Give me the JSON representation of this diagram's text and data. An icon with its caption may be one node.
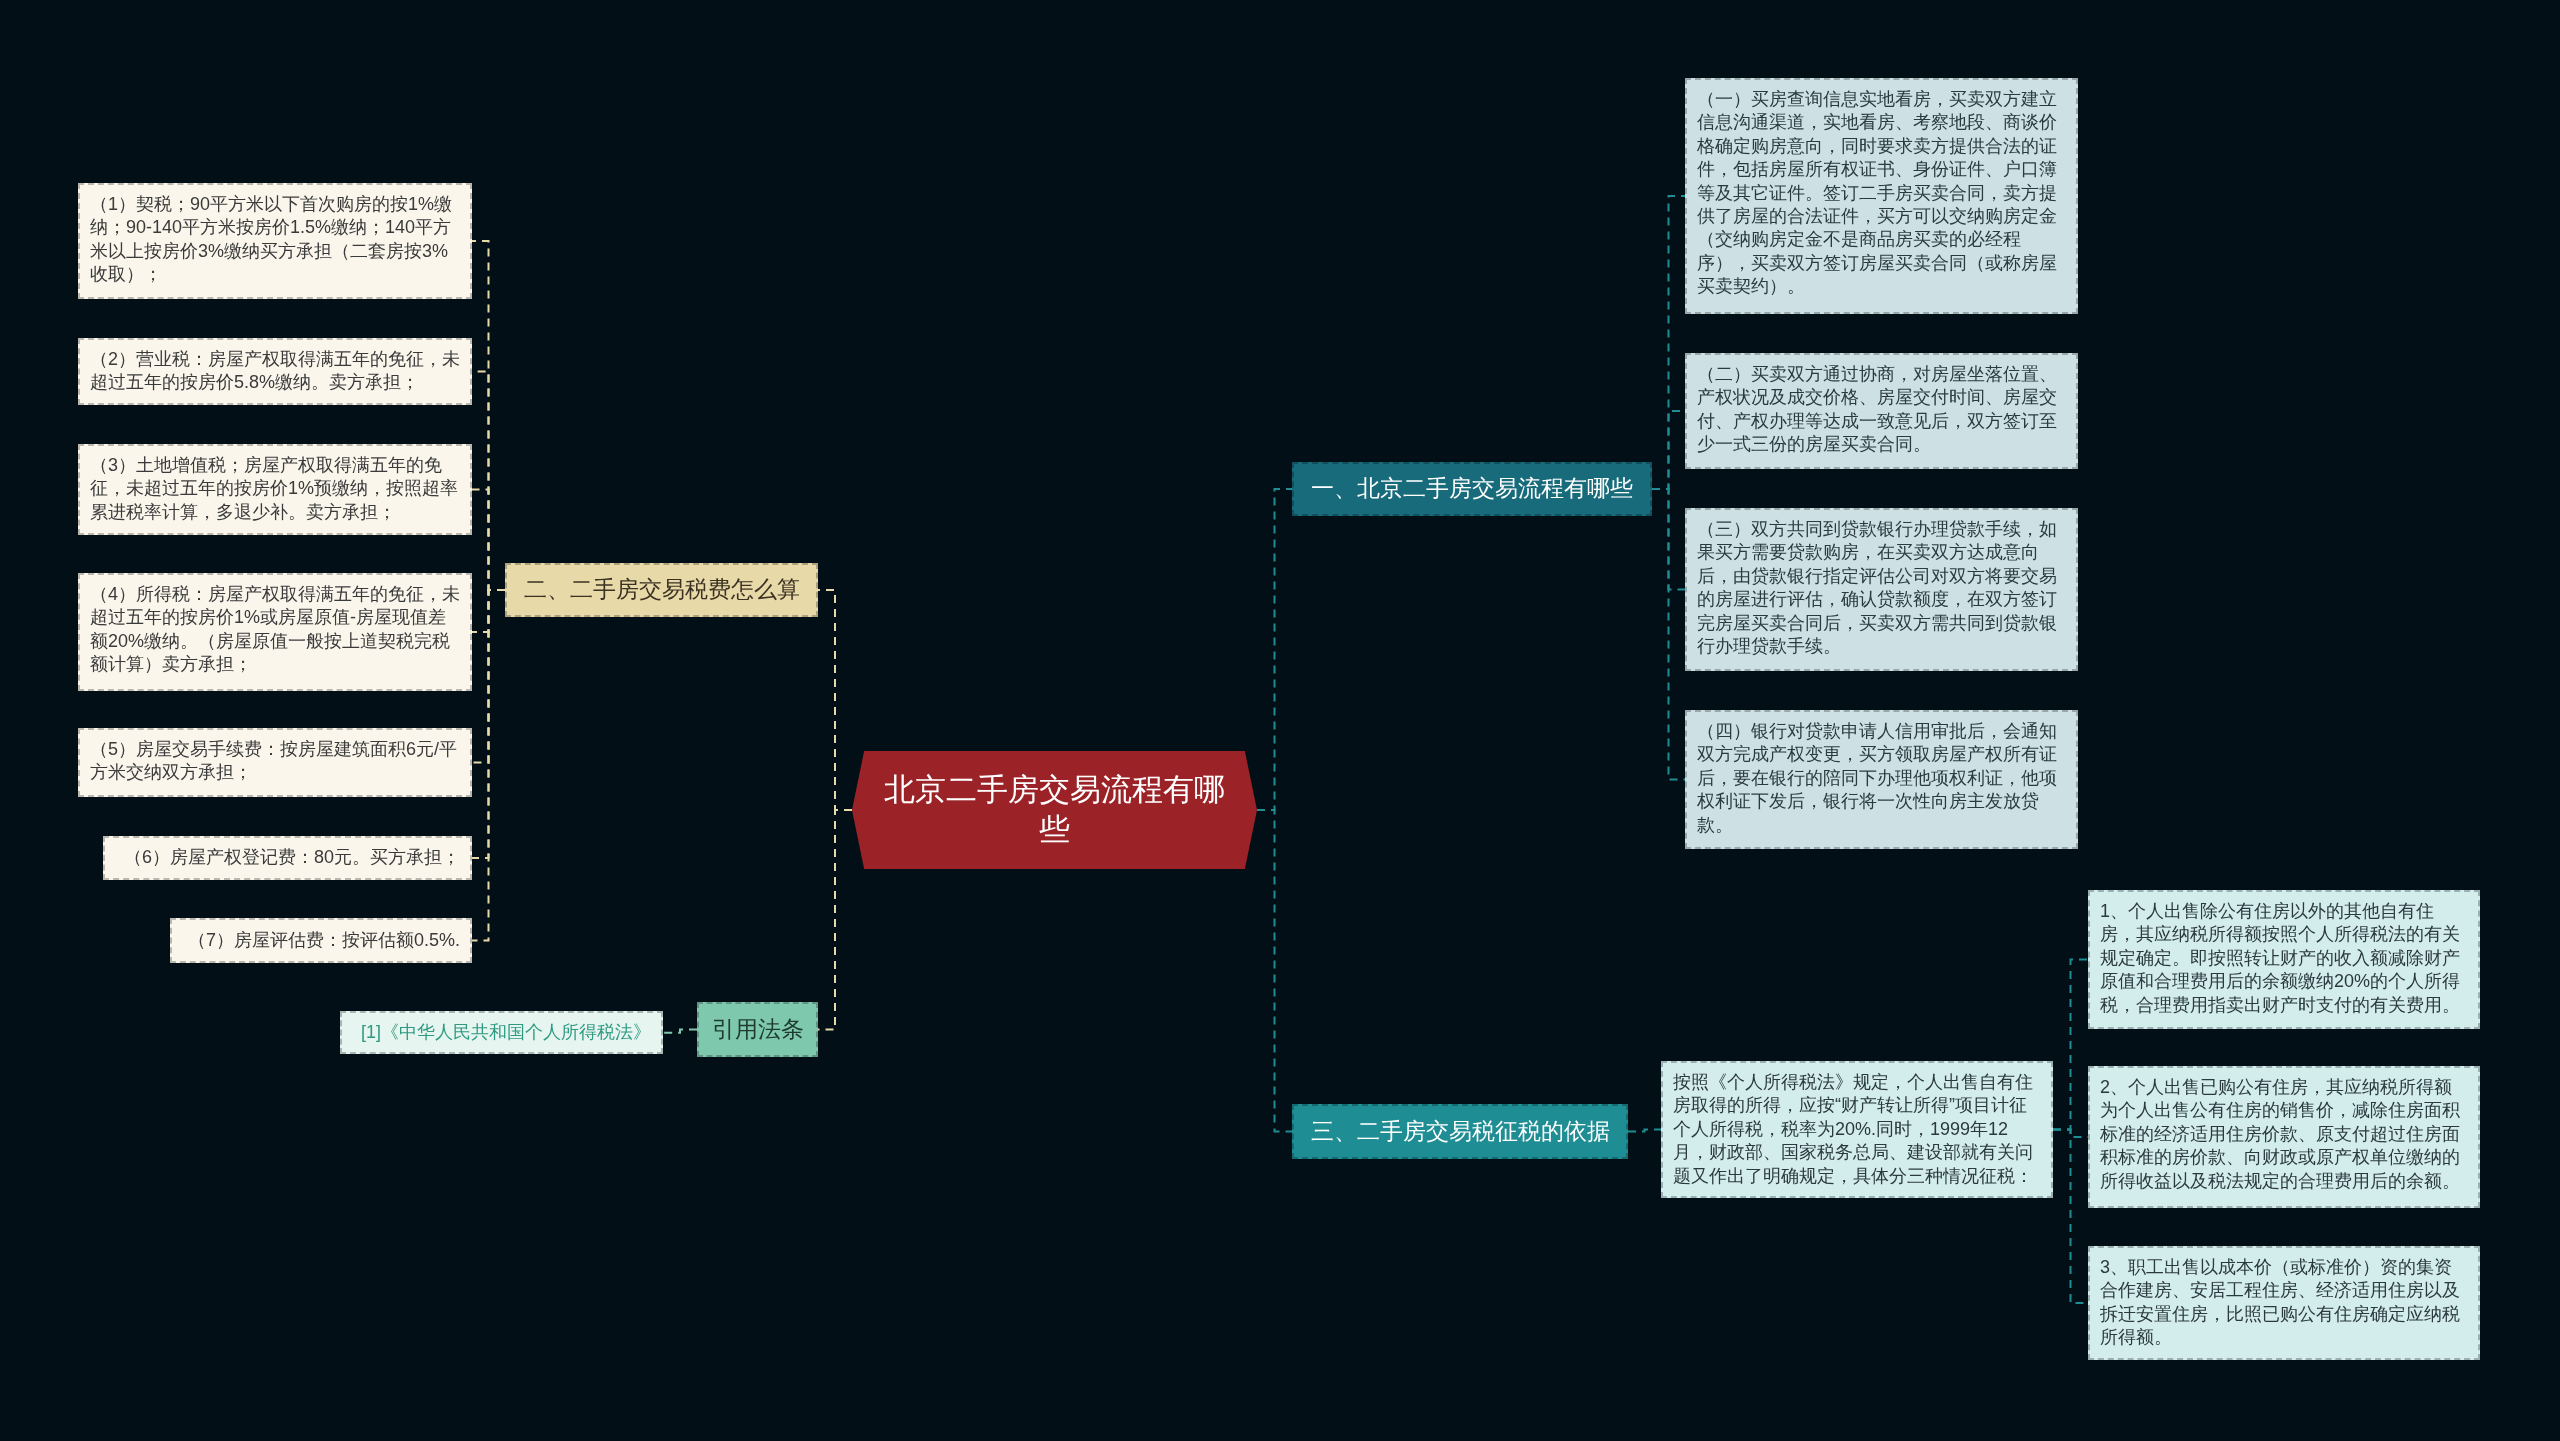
{
  "diagram": {
    "nodes": [
      {
        "text": [
          "北京二手房交易流程有哪些"
        ]
      },
      {
        "text": [
          "一、北京二手房交易流程有哪些"
        ]
      },
      {
        "text": [
          "（一）买房查询信息实地看房，买卖双方建立信息沟通渠道，实地看房、考察地段、商谈价格确定购房意向，同时要求卖方提供合法的证件，包括房屋所有权证书、身份证件、户口簿等及其它证件。签订二手房买卖合同，卖方提供了房屋的合法证件，买方可以交纳购房定金（交纳购房定金不是商品房买卖的必经程序），买卖双方签订房屋买卖合同（或称房屋买卖契约）。"
        ]
      },
      {
        "text": [
          "（二）买卖双方通过协商，对房屋坐落位置、产权状况及成交价格、房屋交付时间、房屋交付、产权办理等达成一致意见后，双方签订至少一式三份的房屋买卖合同。"
        ]
      },
      {
        "text": [
          "（三）双方共同到贷款银行办理贷款手续，如果买方需要贷款购房，在买卖双方达成意向后，由贷款银行指定评估公司对双方将要交易的房屋进行评估，确认贷款额度，在双方签订完房屋买卖合同后，买卖双方需共同到贷款银行办理贷款手续。"
        ]
      },
      {
        "text": [
          "（四）银行对贷款申请人信用审批后，会通知双方完成产权变更，买方领取房屋产权所有证后，要在银行的陪同下办理他项权利证，他项权利证下发后，银行将一次性向房主发放贷款。"
        ]
      },
      {
        "text": [
          "三、二手房交易税征税的依据"
        ]
      },
      {
        "text": [
          "按照《个人所得税法》规定，个人出售自有住房取得的所得，应按“财产转让所得”项目计征个人所得税，税率为20%.同时，1999年12月，财政部、国家税务总局、建设部就有关问题又作出了明确规定，具体分三种情况征税："
        ]
      },
      {
        "text": [
          "1、个人出售除公有住房以外的其他自有住房，其应纳税所得额按照个人所得税法的有关规定确定。即按照转让财产的收入额减除财产原值和合理费用后的余额缴纳20%的个人所得税，合理费用指卖出财产时支付的有关费用。"
        ]
      },
      {
        "text": [
          "2、个人出售已购公有住房，其应纳税所得额为个人出售公有住房的销售价，减除住房面积标准的经济适用住房价款、原支付超过住房面积标准的房价款、向财政或原产权单位缴纳的所得收益以及税法规定的合理费用后的余额。"
        ]
      },
      {
        "text": [
          "3、职工出售以成本价（或标准价）资的集资合作建房、安居工程住房、经济适用住房以及拆迁安置住房，比照已购公有住房确定应纳税所得额。"
        ]
      },
      {
        "text": [
          "二、二手房交易税费怎么算"
        ]
      },
      {
        "text": [
          "（1）契税；90平方米以下首次购房的按1%缴纳；90-140平方米按房价1.5%缴纳；140平方米以上按房价3%缴纳买方承担（二套房按3%收取）；"
        ]
      },
      {
        "text": [
          "（2）营业税：房屋产权取得满五年的免征，未超过五年的按房价5.8%缴纳。卖方承担；"
        ]
      },
      {
        "text": [
          "（3）土地增值税；房屋产权取得满五年的免征，未超过五年的按房价1%预缴纳，按照超率累进税率计算，多退少补。卖方承担；"
        ]
      },
      {
        "text": [
          "（4）所得税：房屋产权取得满五年的免征，未超过五年的按房价1%或房屋原值-房屋现值差额20%缴纳。（房屋原值一般按上道契税完税额计算）卖方承担；"
        ]
      },
      {
        "text": [
          "（5）房屋交易手续费：按房屋建筑面积6元/平方米交纳双方承担；"
        ]
      },
      {
        "text": [
          "（6）房屋产权登记费：80元。买方承担；"
        ]
      },
      {
        "text": [
          "（7）房屋评估费：按评估额0.5%."
        ]
      },
      {
        "text": [
          "引用法条"
        ]
      },
      {
        "text": [
          "[1]《中华人民共和国个人所得税法》"
        ]
      }
    ],
    "edges": [
      {
        "from": 0,
        "to": 1,
        "arrow": "none",
        "color": "#1e8d94"
      },
      {
        "from": 0,
        "to": 6,
        "arrow": "none",
        "color": "#1e8d94"
      },
      {
        "from": 0,
        "to": 11,
        "arrow": "none",
        "color": "#e8d9a8"
      },
      {
        "from": 0,
        "to": 19,
        "arrow": "none",
        "color": "#e8d9a8"
      },
      {
        "from": 1,
        "to": 2,
        "arrow": "none",
        "color": "#1e8d94"
      },
      {
        "from": 1,
        "to": 3,
        "arrow": "none",
        "color": "#1e8d94"
      },
      {
        "from": 1,
        "to": 4,
        "arrow": "none",
        "color": "#1e8d94"
      },
      {
        "from": 1,
        "to": 5,
        "arrow": "none",
        "color": "#1e8d94"
      },
      {
        "from": 6,
        "to": 7,
        "arrow": "none",
        "color": "#1e8d94"
      },
      {
        "from": 7,
        "to": 8,
        "arrow": "none",
        "color": "#1e8d94"
      },
      {
        "from": 7,
        "to": 9,
        "arrow": "none",
        "color": "#1e8d94"
      },
      {
        "from": 7,
        "to": 10,
        "arrow": "none",
        "color": "#1e8d94"
      },
      {
        "from": 11,
        "to": 12,
        "arrow": "none",
        "color": "#e8d9a8"
      },
      {
        "from": 11,
        "to": 13,
        "arrow": "none",
        "color": "#e8d9a8"
      },
      {
        "from": 11,
        "to": 14,
        "arrow": "none",
        "color": "#e8d9a8"
      },
      {
        "from": 11,
        "to": 15,
        "arrow": "none",
        "color": "#e8d9a8"
      },
      {
        "from": 11,
        "to": 16,
        "arrow": "none",
        "color": "#e8d9a8"
      },
      {
        "from": 11,
        "to": 17,
        "arrow": "none",
        "color": "#e8d9a8"
      },
      {
        "from": 11,
        "to": 18,
        "arrow": "none",
        "color": "#e8d9a8"
      },
      {
        "from": 19,
        "to": 20,
        "arrow": "none",
        "color": "#7ec9ad"
      }
    ]
  }
}
